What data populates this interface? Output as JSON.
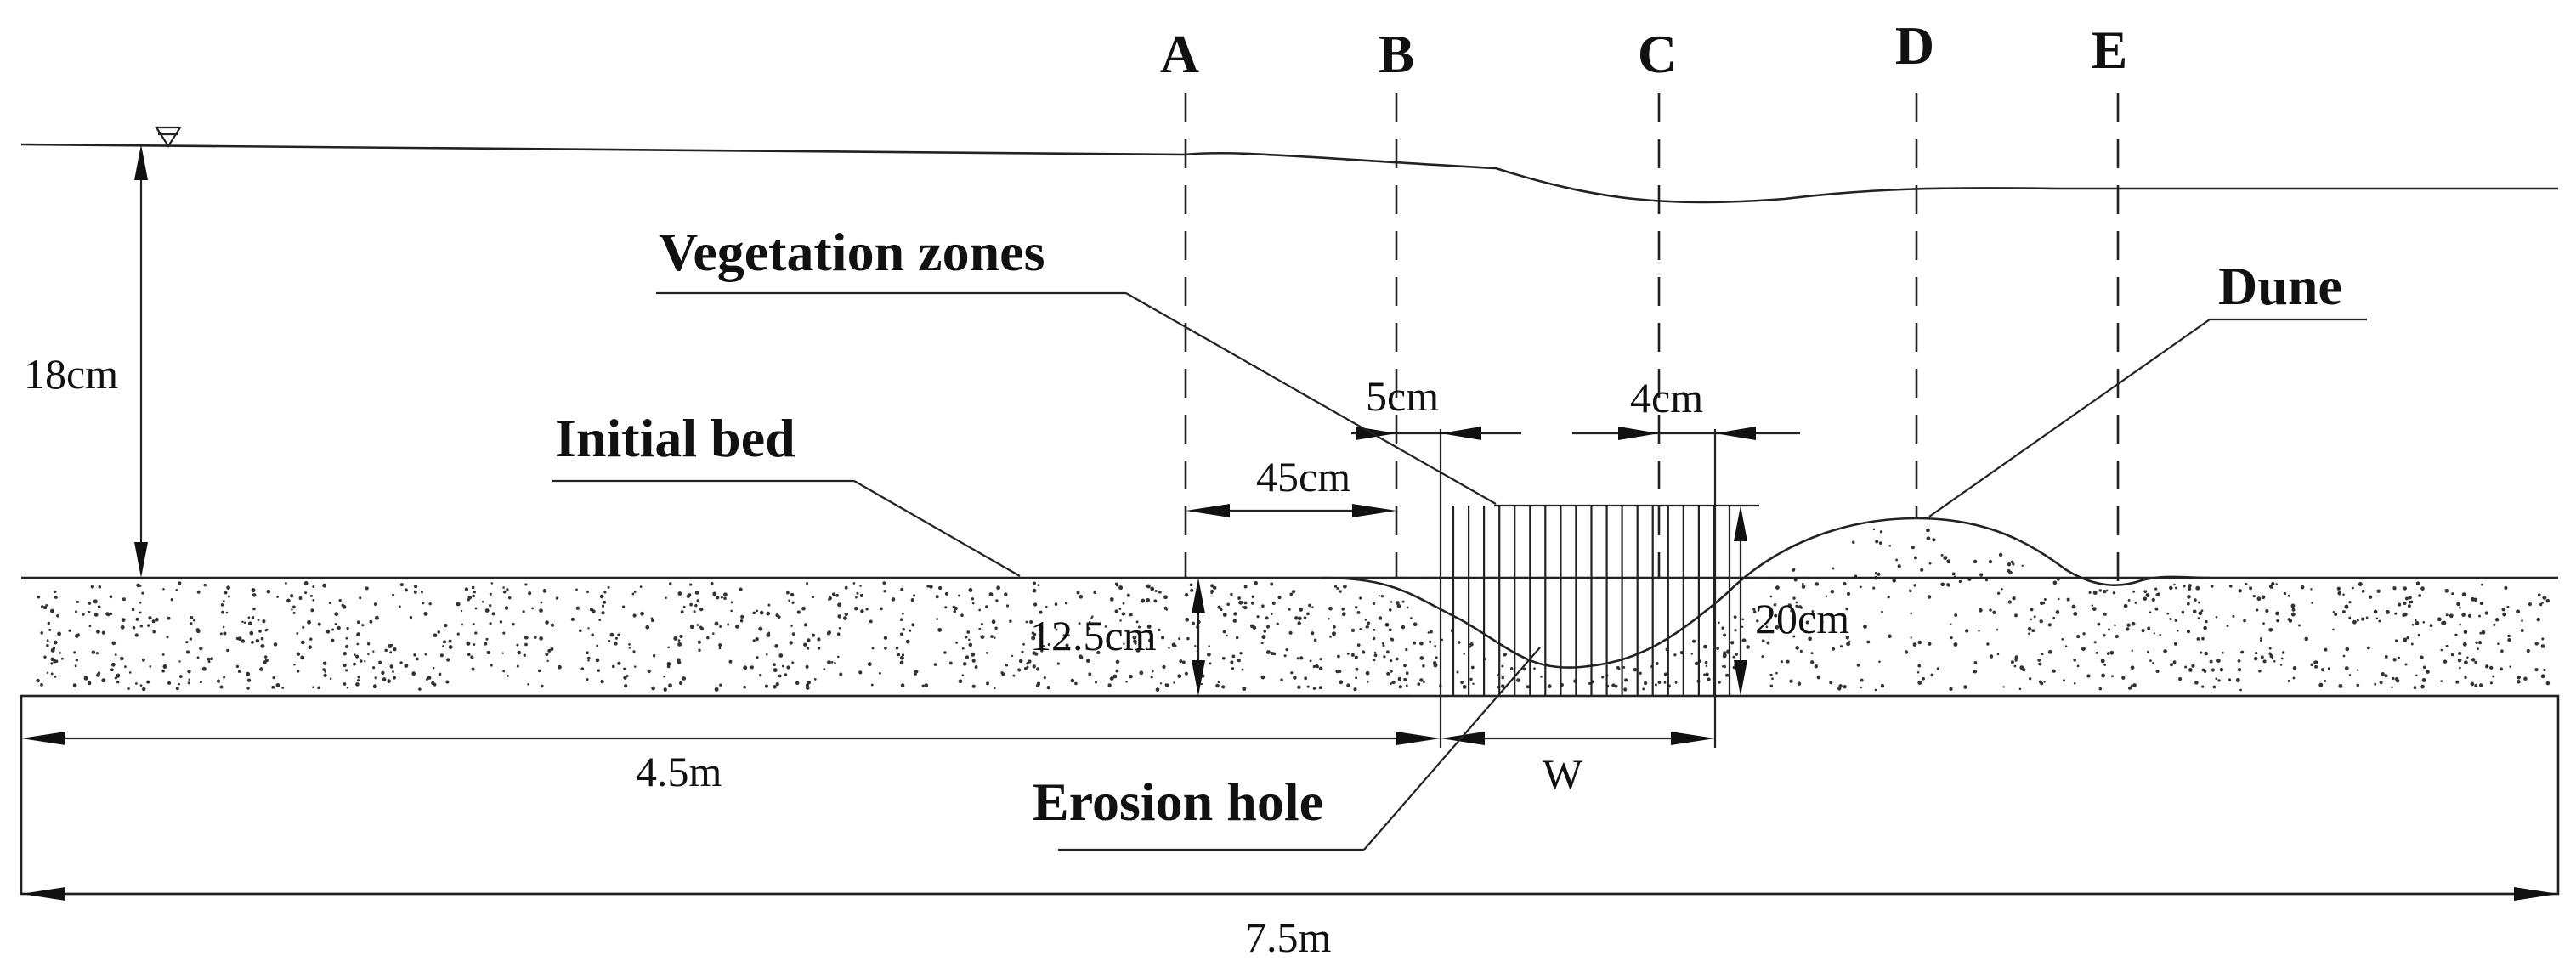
{
  "sections": [
    "A",
    "B",
    "C",
    "D",
    "E"
  ],
  "labels": {
    "vegetation": "Vegetation zones",
    "initial_bed": "Initial bed",
    "dune": "Dune",
    "erosion_hole": "Erosion hole"
  },
  "dimensions": {
    "water_depth": "18cm",
    "sediment_depth": "12.5cm",
    "veg_height": "20cm",
    "dist_a_b": "45cm",
    "spacing_b": "5cm",
    "spacing_c": "4cm",
    "upstream_length": "4.5m",
    "veg_width": "W",
    "total_length": "7.5m"
  },
  "symbols": {
    "water_surface": "water-level-triangle"
  }
}
